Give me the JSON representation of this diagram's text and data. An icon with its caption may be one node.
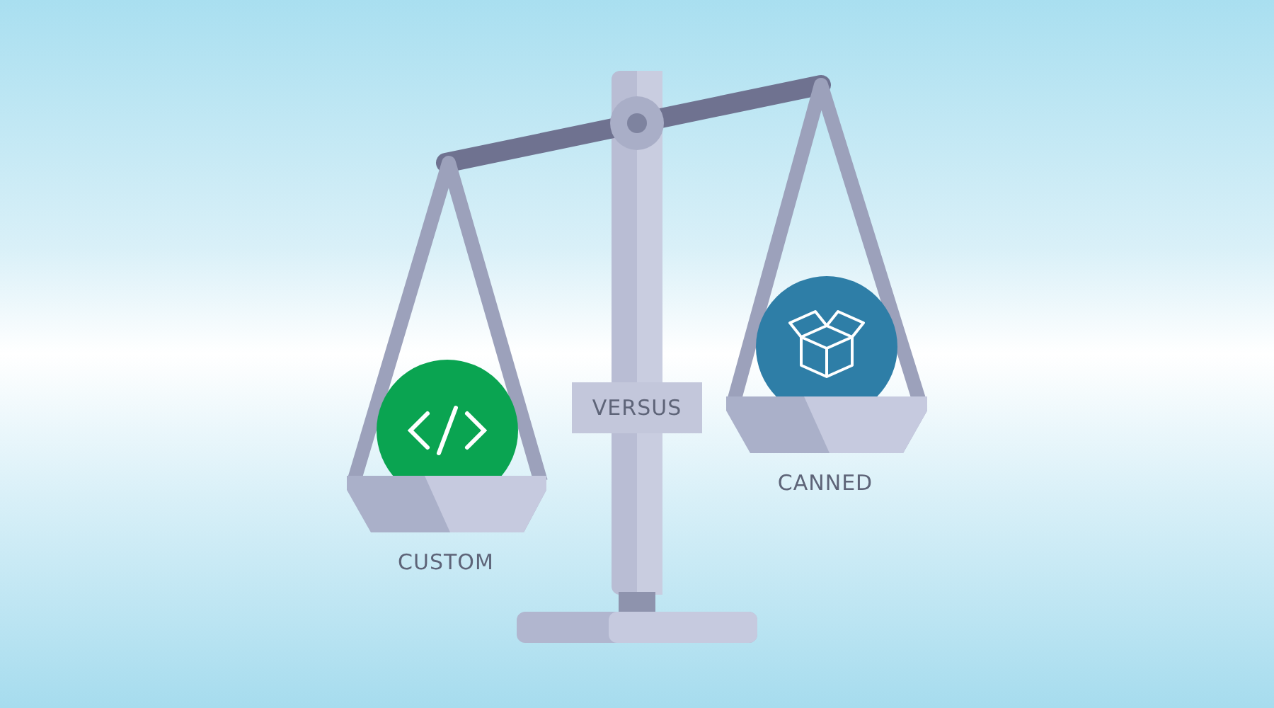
{
  "diagram": {
    "nodes": [
      {
        "text": [
          "VERSUS"
        ]
      }
    ],
    "labels": [
      "CUSTOM",
      "CANNED"
    ]
  }
}
